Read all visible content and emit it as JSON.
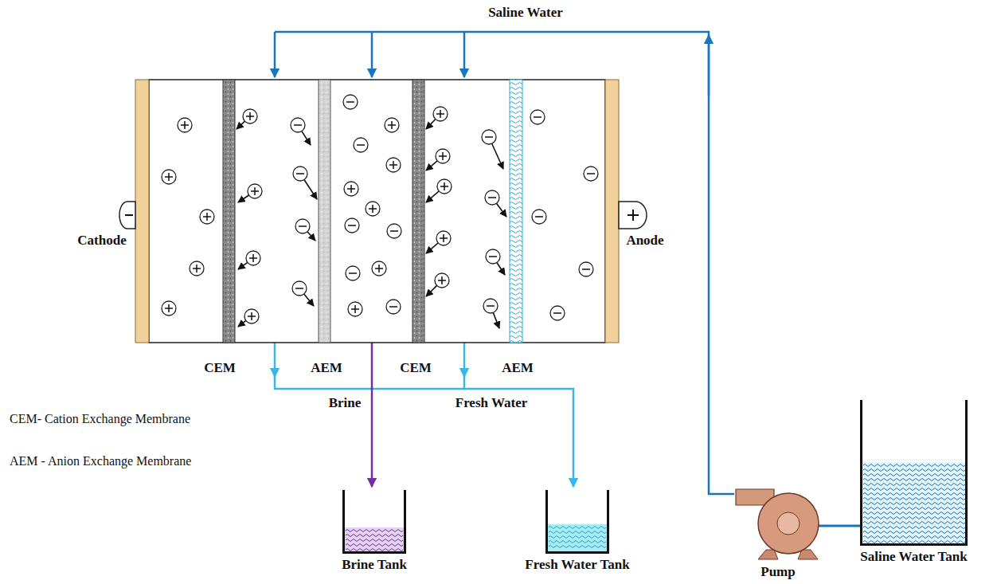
{
  "diagram": {
    "nodes": [
      {
        "text": [
          "Brine Tank"
        ]
      },
      {
        "text": [
          "Fresh Water Tank"
        ]
      },
      {
        "text": [
          "Pump"
        ]
      },
      {
        "text": [
          "Saline Water Tank"
        ]
      }
    ],
    "edges": [
      {
        "from": 3,
        "to": 2,
        "arrow": "none"
      }
    ],
    "labels": [
      "Saline Water",
      "Cathode",
      "Anode",
      "CEM",
      "AEM",
      "CEM",
      "AEM",
      "Brine",
      "Fresh Water",
      "CEM- Cation Exchange Membrane",
      "AEM - Anion Exchange Membrane"
    ]
  }
}
